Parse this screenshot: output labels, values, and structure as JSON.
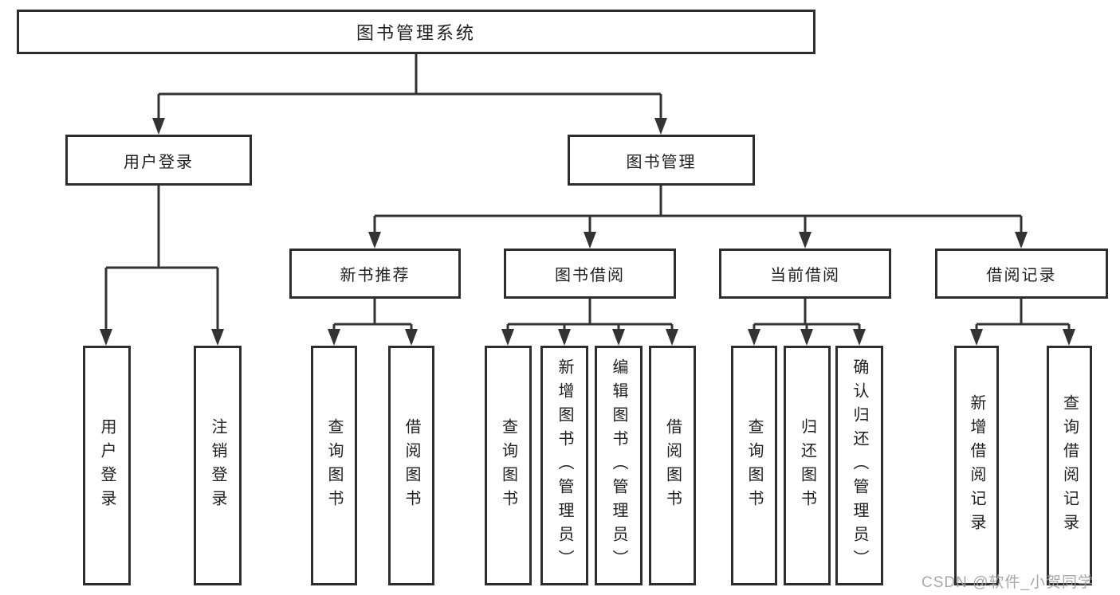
{
  "title": "图书管理系统",
  "watermark": "CSDN @软件_小贺同学",
  "colors": {
    "line": "#333333",
    "border": "#2d2d2d",
    "text": "#1f1f1f",
    "watermark": "#9e9e9e",
    "background": "#ffffff"
  },
  "tree": {
    "root": "图书管理系统",
    "branches": [
      {
        "label": "用户登录",
        "children": [
          "用户登录",
          "注销登录"
        ]
      },
      {
        "label": "图书管理",
        "children": [
          {
            "label": "新书推荐",
            "children": [
              "查询图书",
              "借阅图书"
            ]
          },
          {
            "label": "图书借阅",
            "children": [
              "查询图书",
              "新增图书（管理员）",
              "编辑图书（管理员）",
              "借阅图书"
            ]
          },
          {
            "label": "当前借阅",
            "children": [
              "查询图书",
              "归还图书",
              "确认归还（管理员）"
            ]
          },
          {
            "label": "借阅记录",
            "children": [
              "新增借阅记录",
              "查询借阅记录"
            ]
          }
        ]
      }
    ]
  }
}
